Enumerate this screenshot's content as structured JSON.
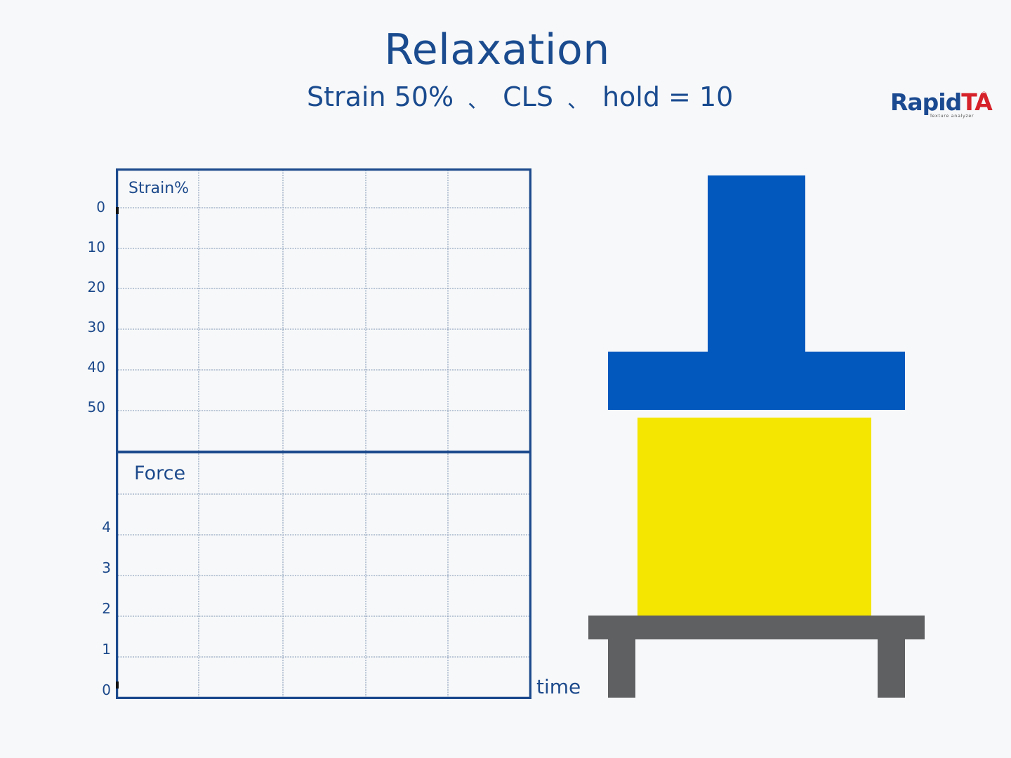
{
  "header": {
    "title": "Relaxation",
    "subtitle_parts": [
      "Strain 50%",
      "、",
      "CLS",
      "、",
      "hold = 10"
    ]
  },
  "logo": {
    "word_main": "Rapid",
    "word_accent": "TA",
    "registered": "®",
    "tagline": "Texture analyzer"
  },
  "chart_data": {
    "type": "line",
    "panels": [
      {
        "name": "strain",
        "ylabel": "Strain%",
        "y_ticks": [
          "0",
          "10",
          "20",
          "30",
          "40",
          "50"
        ],
        "y_inverted": true,
        "series": []
      },
      {
        "name": "force",
        "ylabel": "Force",
        "y_ticks": [
          "4",
          "3",
          "2",
          "1",
          "0"
        ],
        "series": []
      }
    ],
    "xlabel": "time",
    "grid": true
  },
  "press": {
    "probe_color": "#0258bd",
    "sample_color": "#f4e600",
    "platform_color": "#5f6061"
  },
  "colors": {
    "frame": "#1c4a8d",
    "grid": "#7d93b4",
    "text": "#1d4a8c"
  }
}
